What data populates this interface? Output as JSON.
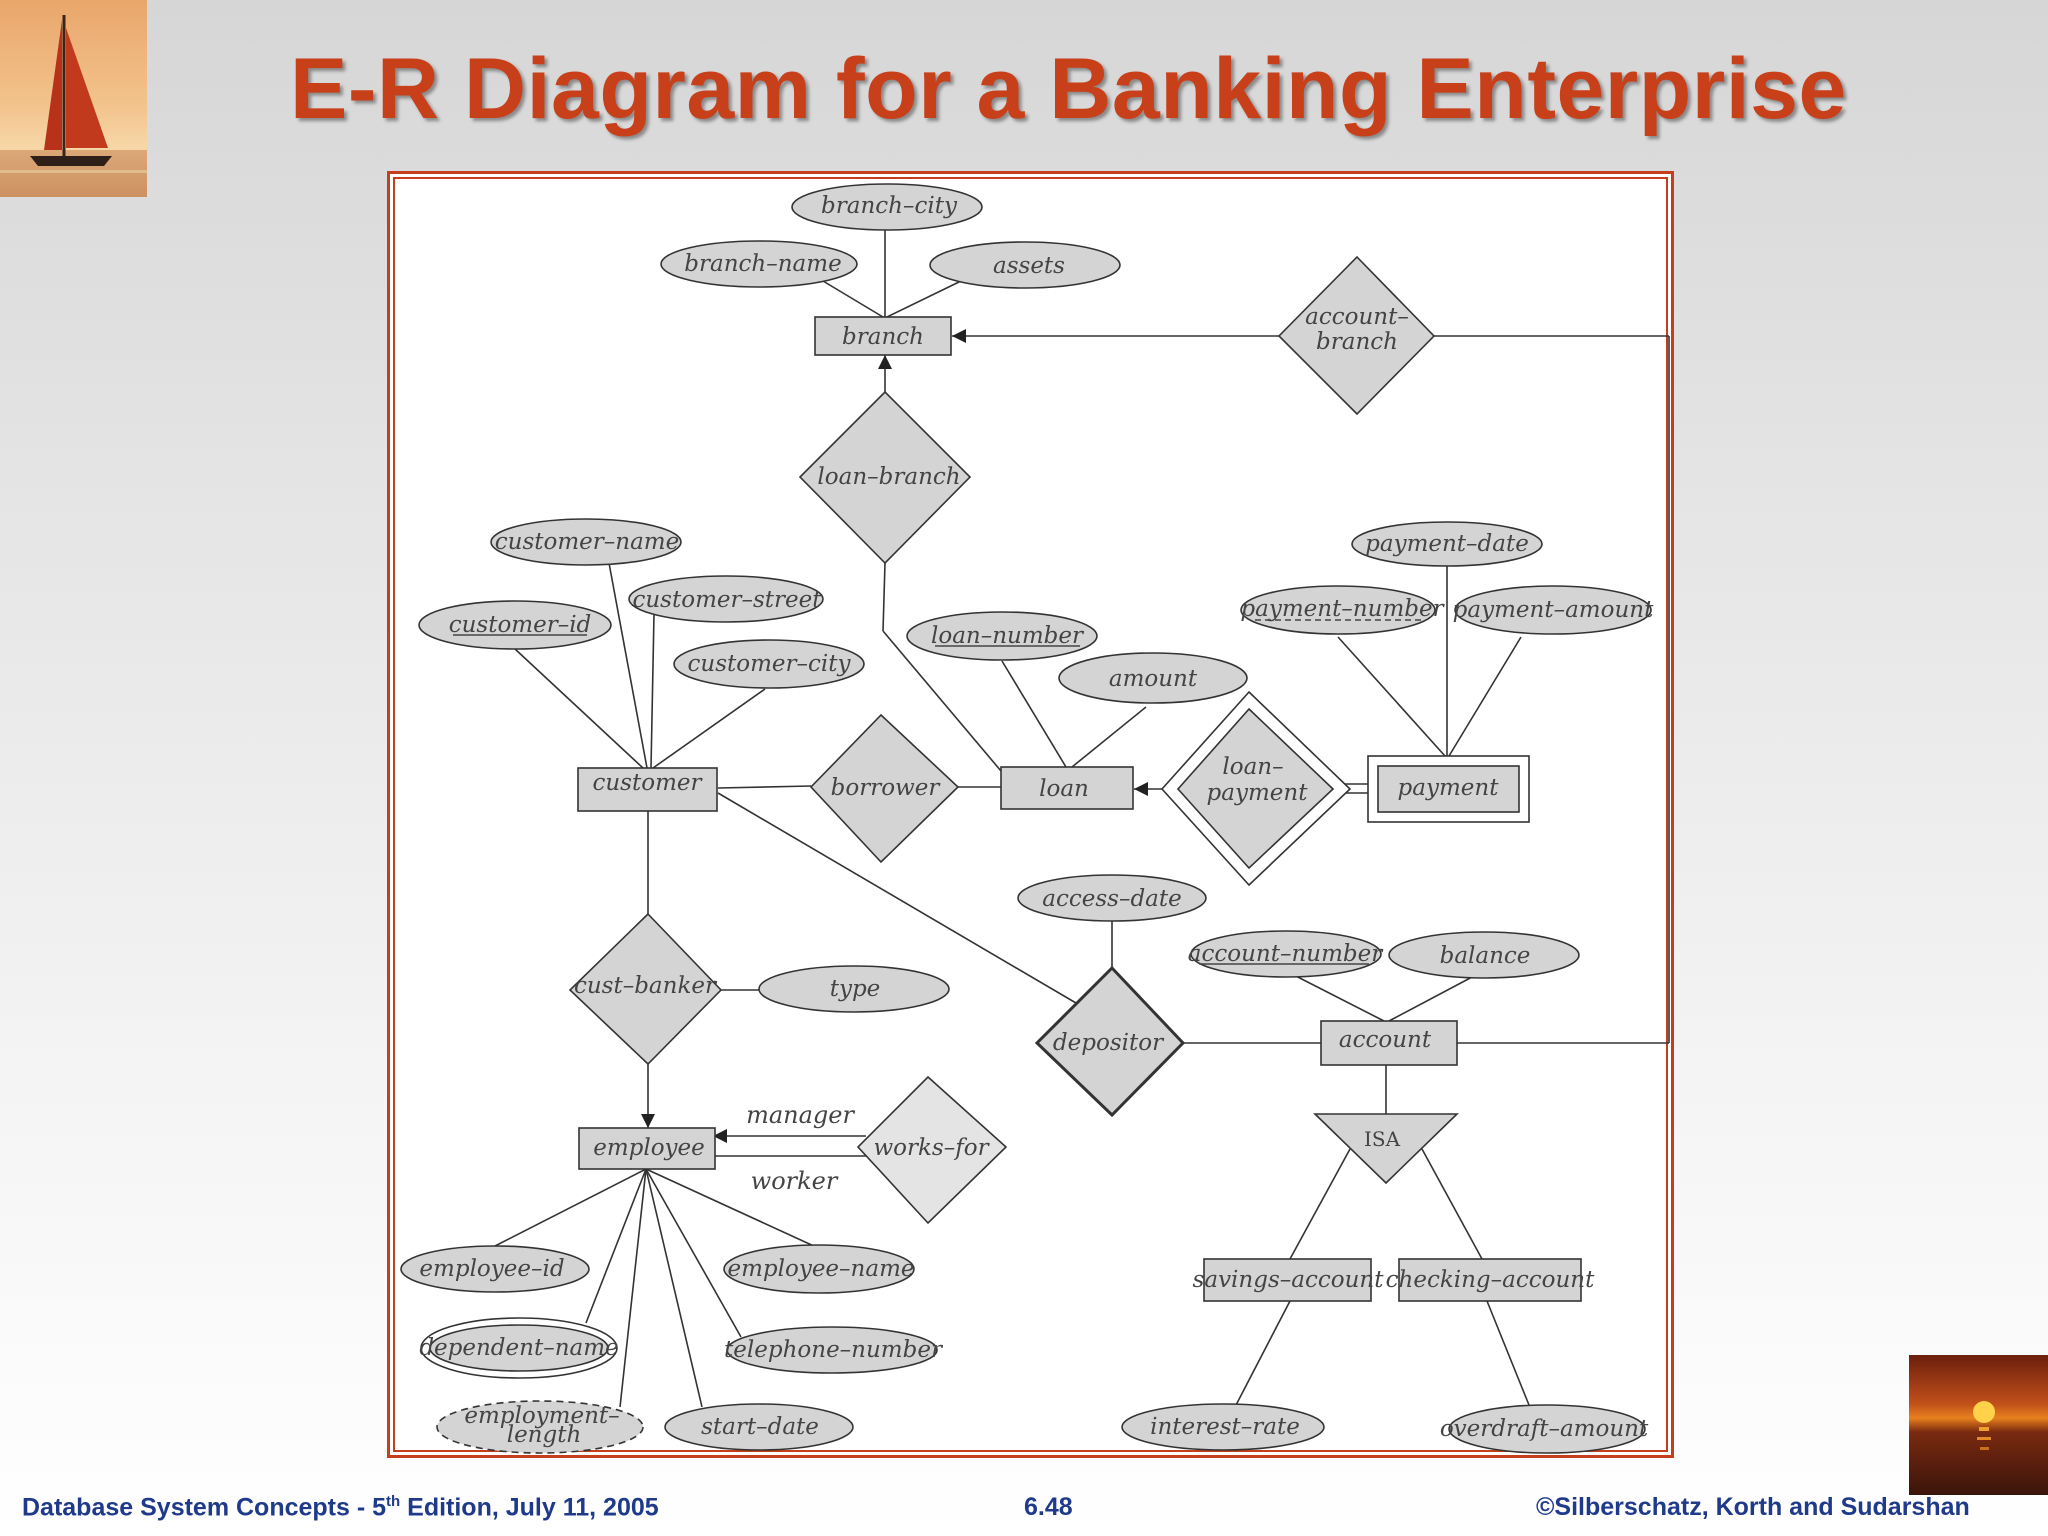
{
  "slide": {
    "title": "E-R Diagram for a Banking Enterprise",
    "footer": {
      "left_prefix": "Database System Concepts - 5",
      "left_sup": "th",
      "left_suffix": " Edition, July 11, 2005",
      "page": "6.48",
      "copyright": "©Silberschatz, Korth and Sudarshan"
    }
  },
  "entities": {
    "branch": "branch",
    "customer": "customer",
    "loan": "loan",
    "payment": "payment",
    "employee": "employee",
    "account": "account",
    "savings_account": "savings–account",
    "checking_account": "checking–account"
  },
  "relationships": {
    "account_branch_1": "account–",
    "account_branch_2": "branch",
    "loan_branch": "loan–branch",
    "borrower": "borrower",
    "loan_payment_1": "loan–",
    "loan_payment_2": "payment",
    "depositor": "depositor",
    "cust_banker": "cust–banker",
    "works_for": "works–for"
  },
  "attributes": {
    "branch_city": "branch–city",
    "branch_name": "branch–name",
    "assets": "assets",
    "customer_name": "customer–name",
    "customer_street": "customer–street",
    "customer_id": "customer–id",
    "customer_city": "customer–city",
    "loan_number": "loan–number",
    "amount": "amount",
    "payment_date": "payment–date",
    "payment_number": "payment–number",
    "payment_amount": "payment–amount",
    "access_date": "access–date",
    "account_number": "account–number",
    "balance": "balance",
    "type": "type",
    "employee_id": "employee–id",
    "employee_name": "employee–name",
    "dependent_name": "dependent–name",
    "telephone_number": "telephone–number",
    "employment_length_1": "employment–",
    "employment_length_2": "length",
    "start_date": "start–date",
    "interest_rate": "interest–rate",
    "overdraft_amount": "overdraft–amount"
  },
  "roles": {
    "manager": "manager",
    "worker": "worker"
  },
  "isa_label": "ISA",
  "colors": {
    "accent": "#c4401c",
    "shape_fill": "#d4d4d4",
    "footer_text": "#1f3a8a"
  }
}
